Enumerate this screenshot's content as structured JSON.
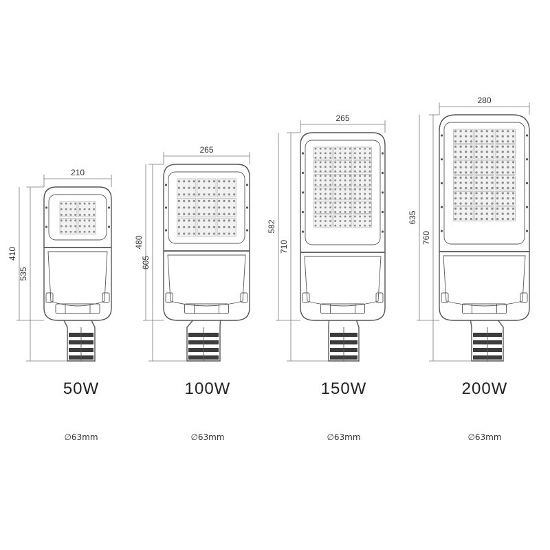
{
  "models": [
    {
      "watt": "50W",
      "pipe": "∅63mm",
      "dims": {
        "width": "210",
        "head": "410",
        "total": "535"
      },
      "grid": {
        "cols": 2,
        "rows": 2
      }
    },
    {
      "watt": "100W",
      "pipe": "∅63mm",
      "dims": {
        "width": "265",
        "head": "480",
        "total": "605"
      },
      "grid": {
        "cols": 3,
        "rows": 3
      }
    },
    {
      "watt": "150W",
      "pipe": "∅63mm",
      "dims": {
        "width": "265",
        "head": "582",
        "total": "710"
      },
      "grid": {
        "cols": 3,
        "rows": 6
      }
    },
    {
      "watt": "200W",
      "pipe": "∅63mm",
      "dims": {
        "width": "280",
        "head": "635",
        "total": "760"
      },
      "grid": {
        "cols": 3,
        "rows": 6
      }
    }
  ],
  "colors": {
    "line": "#555555",
    "led": "#b0b0b0",
    "dim_line": "#777777"
  }
}
